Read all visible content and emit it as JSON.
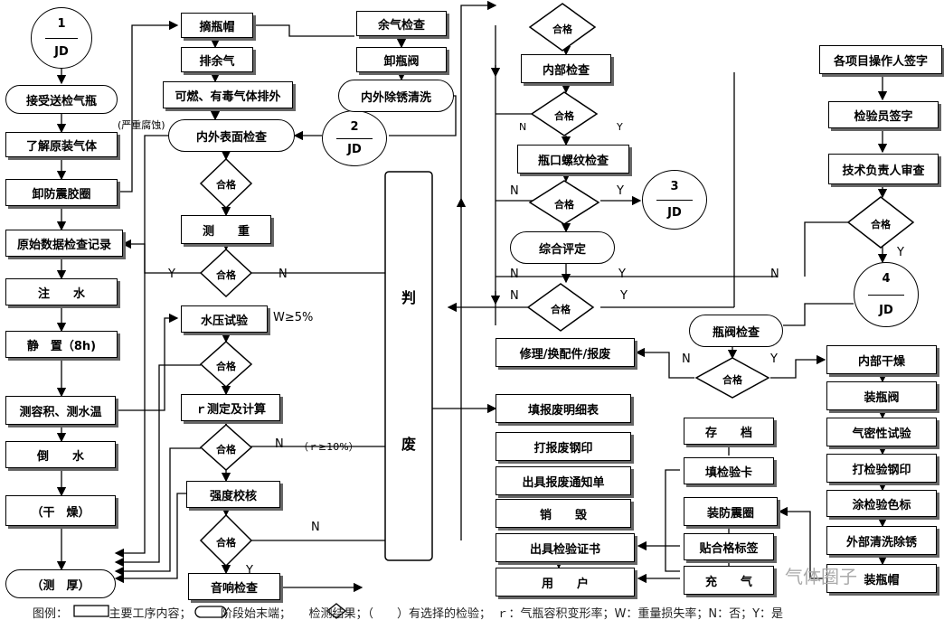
{
  "circles": {
    "c1": {
      "num": "1",
      "jd": "JD"
    },
    "c2": {
      "num": "2",
      "jd": "JD"
    },
    "c3": {
      "num": "3",
      "jd": "JD"
    },
    "c4": {
      "num": "4",
      "jd": "JD"
    }
  },
  "col1": [
    "接受送检气瓶",
    "了解原装气体",
    "卸防震胶圈",
    "原始数据检查记录",
    "注　　水",
    "静　置（8h)",
    "测容积、测水温",
    "倒　　水",
    "（干　燥）",
    "（测　厚）"
  ],
  "col2": {
    "remove_cap": "摘瓶帽",
    "vent": "排余气",
    "flammable": "可燃、有毒气体排外",
    "surface": "内外表面检查",
    "corrosion": "(严重腐蚀)",
    "weigh": "测　　重",
    "hydro": "水压试验",
    "hydro_note": "W≥5%",
    "measure": "ｒ测定及计算",
    "measure_note": "（ｒ≥10%）",
    "strength": "强度校核",
    "sound": "音响检查"
  },
  "col3": {
    "residual": "余气检查",
    "unload": "卸瓶阀",
    "derust": "内外除锈清洗"
  },
  "judge": {
    "top": "判",
    "bottom": "废"
  },
  "col4": {
    "inner": "内部检查",
    "thread": "瓶口螺纹检查",
    "eval": "综合评定",
    "repair": "修理/换配件/报废"
  },
  "col5": [
    "填报废明细表",
    "打报废钢印",
    "出具报废通知单",
    "销　　毁",
    "出具检验证书",
    "用　　户"
  ],
  "col6": [
    "存　　档",
    "填检验卡",
    "装防震圈",
    "贴合格标签",
    "充　　气"
  ],
  "col7": {
    "sign_ops": "各项目操作人签字",
    "sign_inspector": "检验员签字",
    "tech_review": "技术负责人审查",
    "valve_check": "瓶阀检查"
  },
  "col8": [
    "内部干燥",
    "装瓶阀",
    "气密性试验",
    "打检验钢印",
    "涂检验色标",
    "外部清洗除锈",
    "装瓶帽"
  ],
  "diamond_label": "合格",
  "yes": "Y",
  "no": "N",
  "legend": "图例：　　　　主要工序内容；　　　阶段始末端；　　检测结果；（　　）有选择的检验；　ｒ：气瓶容积变形率；W：重量损失率；N：否；Y：是",
  "watermark": "气体圈子"
}
